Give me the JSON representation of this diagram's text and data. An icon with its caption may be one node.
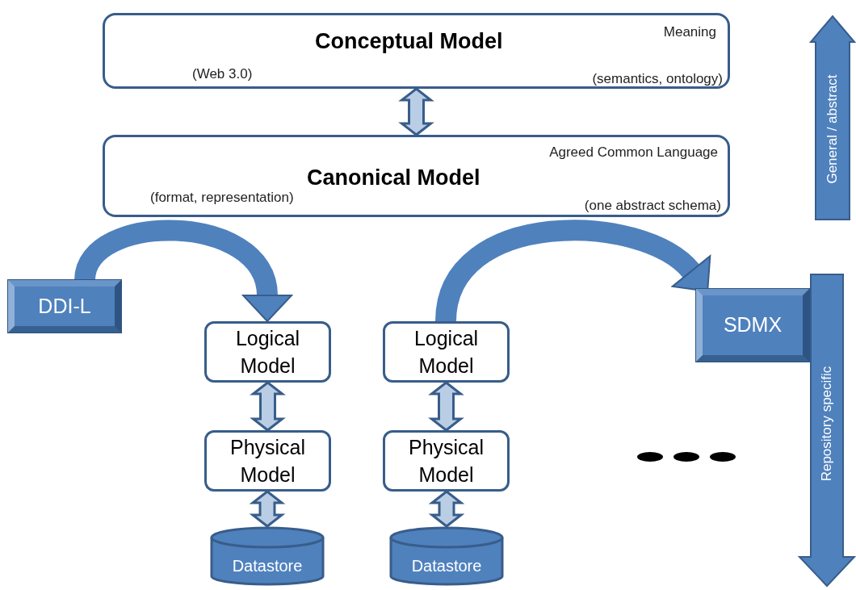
{
  "diagram": {
    "nodes": [
      {
        "text": [
          "Conceptual Model",
          "Meaning",
          "(Web 3.0)",
          "(semantics, ontology)"
        ]
      },
      {
        "text": [
          "Canonical Model",
          "Agreed Common Language",
          "(format, representation)",
          "(one abstract schema)"
        ]
      },
      {
        "text": [
          "DDI-L"
        ]
      },
      {
        "text": [
          "Logical Model"
        ]
      },
      {
        "text": [
          "Physical Model"
        ]
      },
      {
        "text": [
          "Datastore"
        ]
      },
      {
        "text": [
          "Logical Model"
        ]
      },
      {
        "text": [
          "Physical Model"
        ]
      },
      {
        "text": [
          "Datastore"
        ]
      },
      {
        "text": [
          "SDMX"
        ]
      }
    ],
    "edges": [
      {
        "from": 0,
        "to": 1,
        "arrow": "both"
      },
      {
        "from": 2,
        "to": 3,
        "arrow": "to",
        "color": "#4f81bd"
      },
      {
        "from": 6,
        "to": 9,
        "arrow": "to",
        "color": "#4f81bd"
      },
      {
        "from": 3,
        "to": 4,
        "arrow": "both"
      },
      {
        "from": 4,
        "to": 5,
        "arrow": "both"
      },
      {
        "from": 6,
        "to": 7,
        "arrow": "both"
      },
      {
        "from": 7,
        "to": 8,
        "arrow": "both"
      }
    ],
    "labels": [
      "General / abstract",
      "Repository specific"
    ]
  }
}
